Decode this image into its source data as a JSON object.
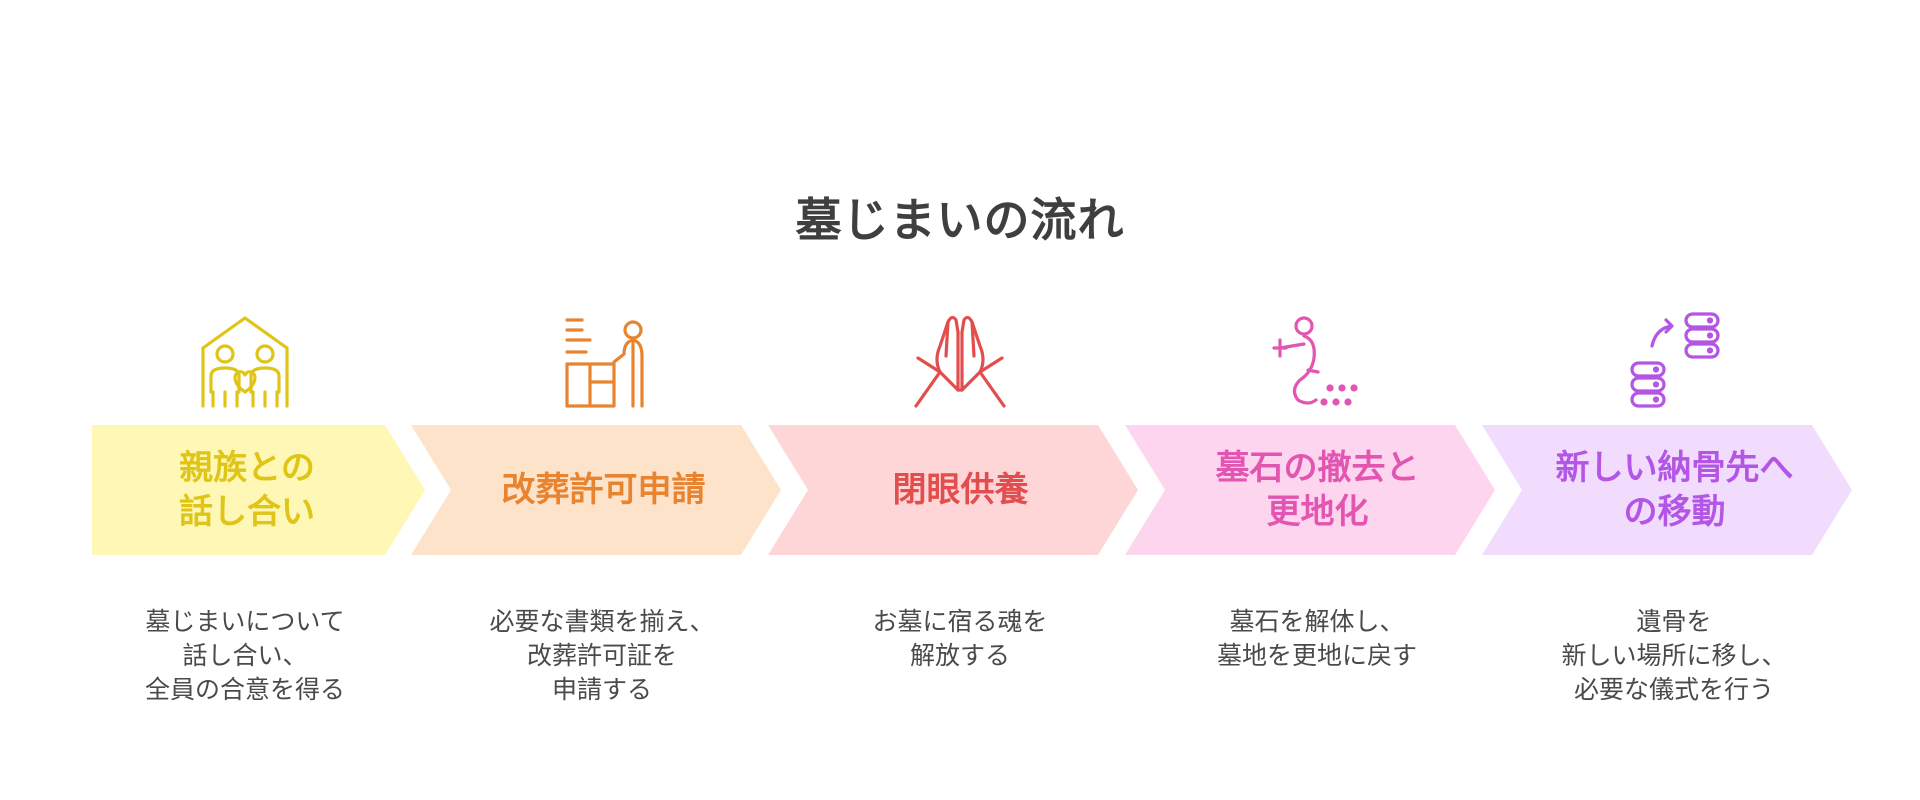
{
  "title": "墓じまいの流れ",
  "steps": [
    {
      "label": "親族との\n話し合い",
      "desc": "墓じまいについて\n話し合い、\n全員の合意を得る",
      "icon": "family-home-icon",
      "fill": "#FEF7B5",
      "color": "#E0C416"
    },
    {
      "label": "改葬許可申請",
      "desc": "必要な書類を揃え、\n改葬許可証を\n申請する",
      "icon": "office-desk-icon",
      "fill": "#FEE3CB",
      "color": "#E88430"
    },
    {
      "label": "閉眼供養",
      "desc": "お墓に宿る魂を\n解放する",
      "icon": "praying-hands-icon",
      "fill": "#FED6D8",
      "color": "#E24D4D"
    },
    {
      "label": "墓石の撤去と\n更地化",
      "desc": "墓石を解体し、\n墓地を更地に戻す",
      "icon": "worker-demolition-icon",
      "fill": "#FED5EE",
      "color": "#E255B1"
    },
    {
      "label": "新しい納骨先へ\nの移動",
      "desc": "遺骨を\n新しい場所に移し、\n必要な儀式を行う",
      "icon": "transfer-storage-icon",
      "fill": "#F1DCFE",
      "color": "#B355E5"
    }
  ]
}
